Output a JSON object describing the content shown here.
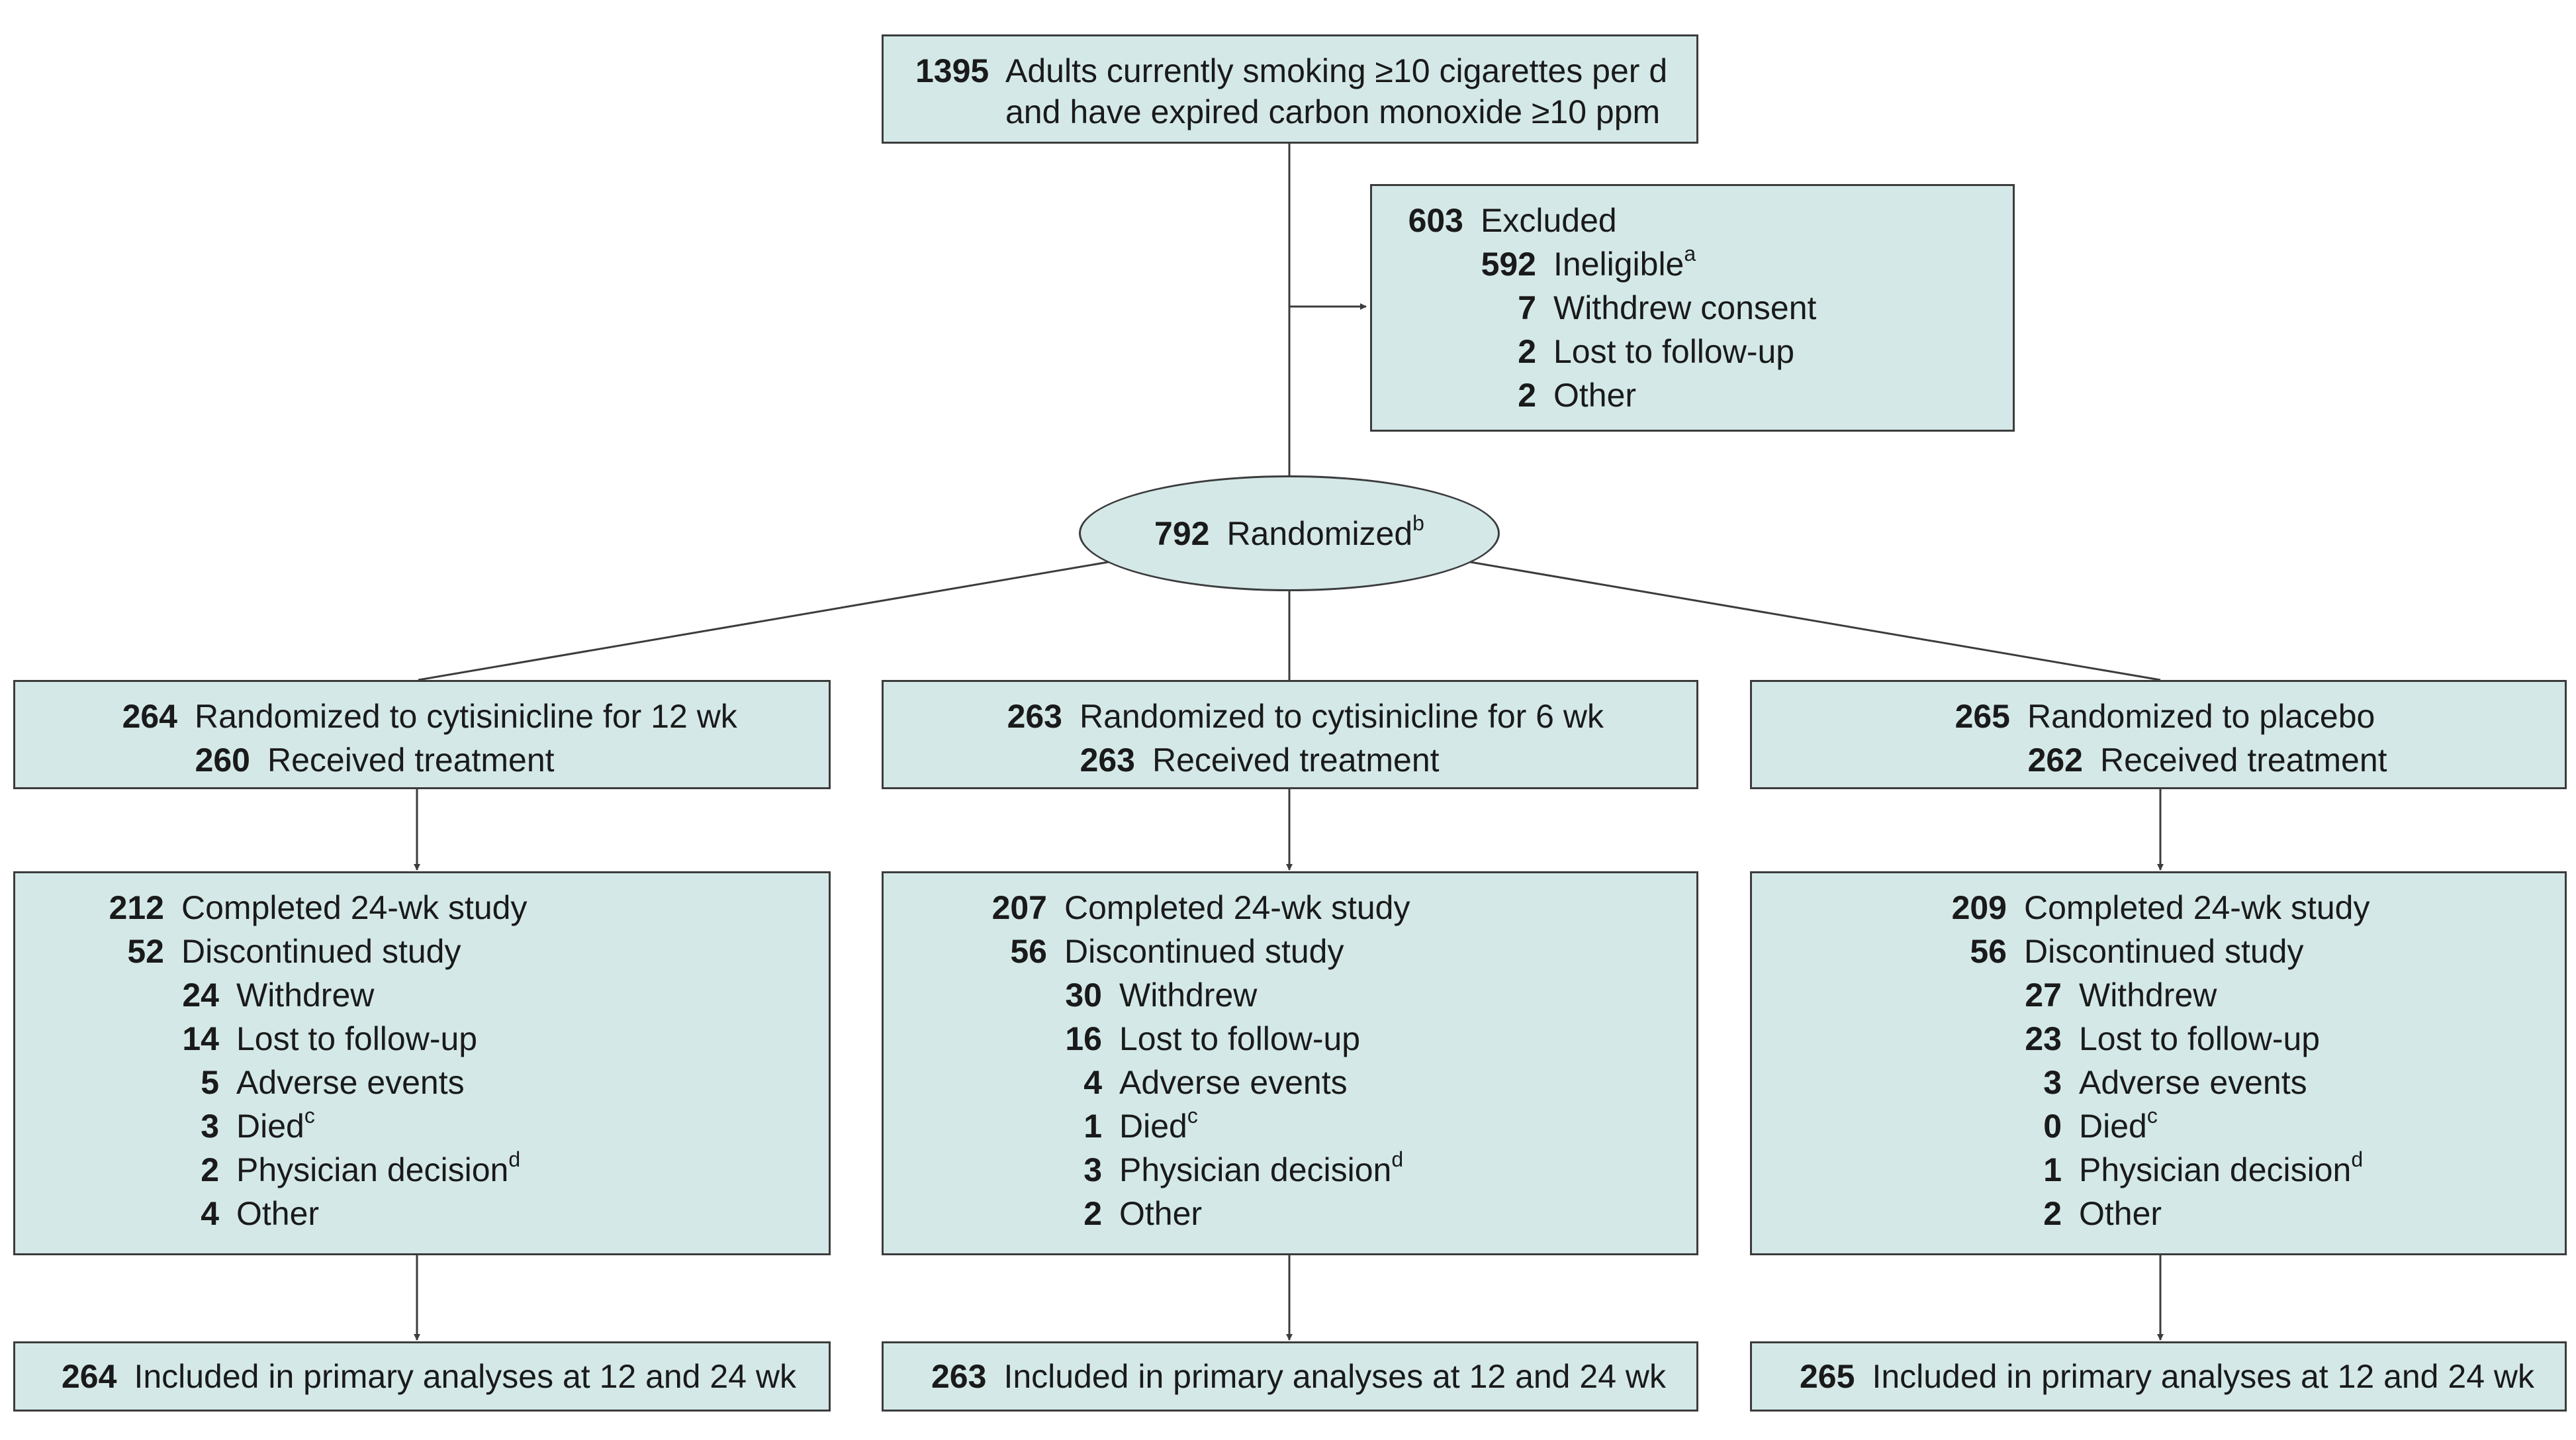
{
  "top_box": {
    "count": "1395",
    "line1": "Adults currently smoking ≥10 cigarettes per d",
    "line2": "and have expired carbon monoxide ≥10 ppm"
  },
  "excluded": {
    "count": "603",
    "label": "Excluded",
    "items": [
      {
        "count": "592",
        "label": "Ineligible",
        "note": "a"
      },
      {
        "count": "7",
        "label": "Withdrew consent"
      },
      {
        "count": "2",
        "label": "Lost to follow-up"
      },
      {
        "count": "2",
        "label": "Other"
      }
    ]
  },
  "randomized": {
    "count": "792",
    "label": "Randomized",
    "note": "b"
  },
  "arms": [
    {
      "randomized_count": "264",
      "randomized_label": "Randomized to cytisinicline for 12 wk",
      "received_count": "260",
      "received_label": "Received treatment",
      "completed_count": "212",
      "completed_label": "Completed 24-wk study",
      "discontinued_count": "52",
      "discontinued_label": "Discontinued study",
      "reasons": [
        {
          "count": "24",
          "label": "Withdrew"
        },
        {
          "count": "14",
          "label": "Lost to follow-up"
        },
        {
          "count": "5",
          "label": "Adverse events"
        },
        {
          "count": "3",
          "label": "Died",
          "note": "c"
        },
        {
          "count": "2",
          "label": "Physician decision",
          "note": "d"
        },
        {
          "count": "4",
          "label": "Other"
        }
      ],
      "analysis_count": "264",
      "analysis_label": "Included in primary analyses at 12 and 24 wk"
    },
    {
      "randomized_count": "263",
      "randomized_label": "Randomized to cytisinicline for 6 wk",
      "received_count": "263",
      "received_label": "Received treatment",
      "completed_count": "207",
      "completed_label": "Completed 24-wk study",
      "discontinued_count": "56",
      "discontinued_label": "Discontinued study",
      "reasons": [
        {
          "count": "30",
          "label": "Withdrew"
        },
        {
          "count": "16",
          "label": "Lost to follow-up"
        },
        {
          "count": "4",
          "label": "Adverse events"
        },
        {
          "count": "1",
          "label": "Died",
          "note": "c"
        },
        {
          "count": "3",
          "label": "Physician decision",
          "note": "d"
        },
        {
          "count": "2",
          "label": "Other"
        }
      ],
      "analysis_count": "263",
      "analysis_label": "Included in primary analyses at 12 and 24 wk"
    },
    {
      "randomized_count": "265",
      "randomized_label": "Randomized to placebo",
      "received_count": "262",
      "received_label": "Received treatment",
      "completed_count": "209",
      "completed_label": "Completed 24-wk study",
      "discontinued_count": "56",
      "discontinued_label": "Discontinued study",
      "reasons": [
        {
          "count": "27",
          "label": "Withdrew"
        },
        {
          "count": "23",
          "label": "Lost to follow-up"
        },
        {
          "count": "3",
          "label": "Adverse events"
        },
        {
          "count": "0",
          "label": "Died",
          "note": "c"
        },
        {
          "count": "1",
          "label": "Physician decision",
          "note": "d"
        },
        {
          "count": "2",
          "label": "Other"
        }
      ],
      "analysis_count": "265",
      "analysis_label": "Included in primary analyses at 12 and 24 wk"
    }
  ]
}
